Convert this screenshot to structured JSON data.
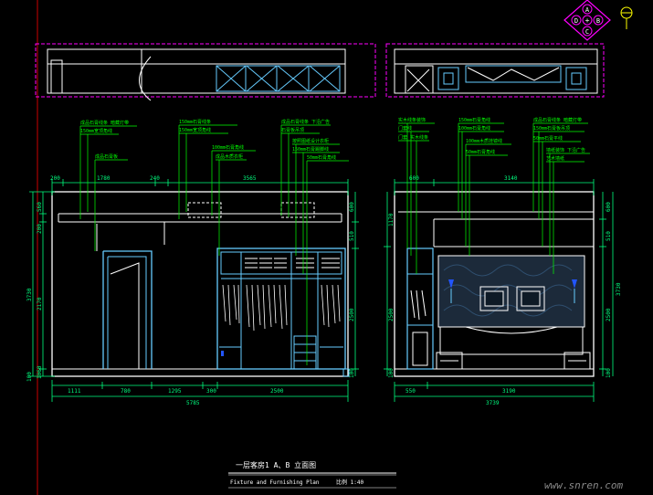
{
  "colors": {
    "background": "#000000",
    "outline": "#ffffff",
    "dimension": "#00ff7f",
    "annotation": "#00ff00",
    "furniture": "#66ccff",
    "blue": "#2255ff",
    "red_line": "#cc0000",
    "magenta": "#ff00ff",
    "yellow": "#ffff00",
    "hatch": "#2f4f6f"
  },
  "compass": {
    "center": "+",
    "letters": [
      "A",
      "B",
      "C",
      "D"
    ]
  },
  "left_elevation": {
    "top_dims": [
      "200",
      "1780",
      "240",
      "3565"
    ],
    "bottom_dims": [
      "1111",
      "780",
      "1295",
      "300",
      "2500"
    ],
    "total_width": "5785",
    "left_dims": [
      "560",
      "200",
      "2170",
      "3730",
      "1060",
      "100"
    ],
    "right_dims": [
      "600",
      "510",
      "2500",
      "100"
    ],
    "notes": [
      "成品石膏线条 暗藏灯带",
      "150mm宽顶角线",
      "成品石膏板",
      "150mm石膏线条",
      "100mm石膏角线",
      "成品木质衣柜",
      "成品石膏线条 下沿广告",
      "石膏板吊顶",
      "按照图纸设计衣柜",
      "150mm石膏踢脚线",
      "50mm石膏角线"
    ]
  },
  "right_elevation": {
    "top_dims": [
      "600",
      "3140"
    ],
    "bottom_dims": [
      "550",
      "3190"
    ],
    "total_width": "3739",
    "left_dims": [
      "1170",
      "2500",
      "100"
    ],
    "right_dims": [
      "600",
      "510",
      "3730",
      "2500",
      "100"
    ],
    "notes": [
      "实木线条装饰",
      "门套线",
      "门套 实木线条",
      "150mm石膏角线",
      "100mm石膏角线",
      "100mm木质挂镜线",
      "50mm石膏角线",
      "成品石膏线条 暗藏灯带",
      "150mm石膏板吊顶",
      "50mm石膏平线",
      "墙纸装饰 下沿广告",
      "艺术墙纸"
    ]
  },
  "title_block": {
    "title": "一层客房1 A、B 立面图",
    "subtitle": "Fixture and Furnishing Plan",
    "scale": "比例 1:40"
  },
  "watermark": "www.snren.com"
}
